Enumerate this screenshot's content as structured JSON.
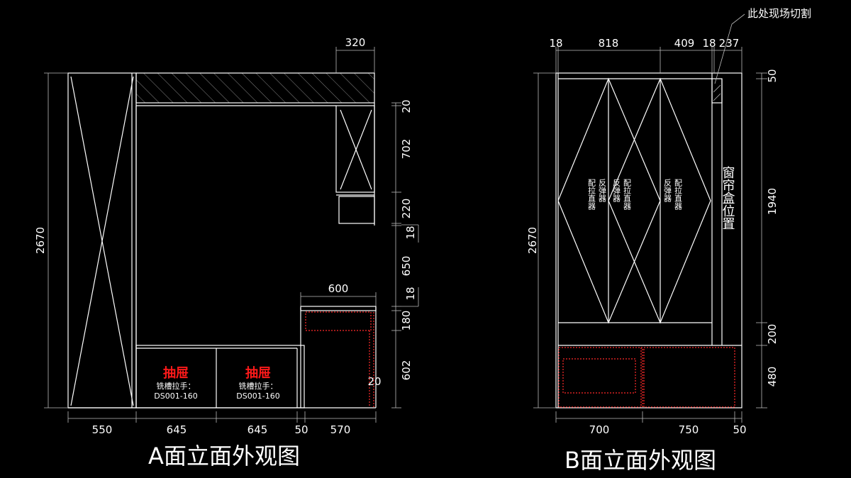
{
  "titles": {
    "a": "A面立面外观图",
    "b": "B面立面外观图"
  },
  "elevation_a": {
    "overall_height": "2670",
    "top_width": "320",
    "bottom_dims": [
      "550",
      "645",
      "645",
      "50",
      "570"
    ],
    "right_dims": [
      "20",
      "702",
      "220",
      "18",
      "650",
      "18",
      "180",
      "602",
      "20"
    ],
    "counter_width": "600",
    "drawers": [
      {
        "label": "抽屉",
        "handle": "铣槽拉手：",
        "code": "DS001-160"
      },
      {
        "label": "抽屉",
        "handle": "铣槽拉手：",
        "code": "DS001-160"
      }
    ]
  },
  "elevation_b": {
    "overall_height": "2670",
    "top_dims": [
      "18",
      "818",
      "409",
      "18",
      "237"
    ],
    "right_dims": [
      "50",
      "1940",
      "200",
      "480"
    ],
    "bottom_dims": [
      "700",
      "750",
      "50"
    ],
    "callout": "此处现场切割",
    "curtain_box": "窗帘盒位置",
    "door_notes": [
      "配拉直器",
      "反弹器",
      "配拉直器",
      "反弹器",
      "配拉直器",
      "反弹器"
    ]
  }
}
